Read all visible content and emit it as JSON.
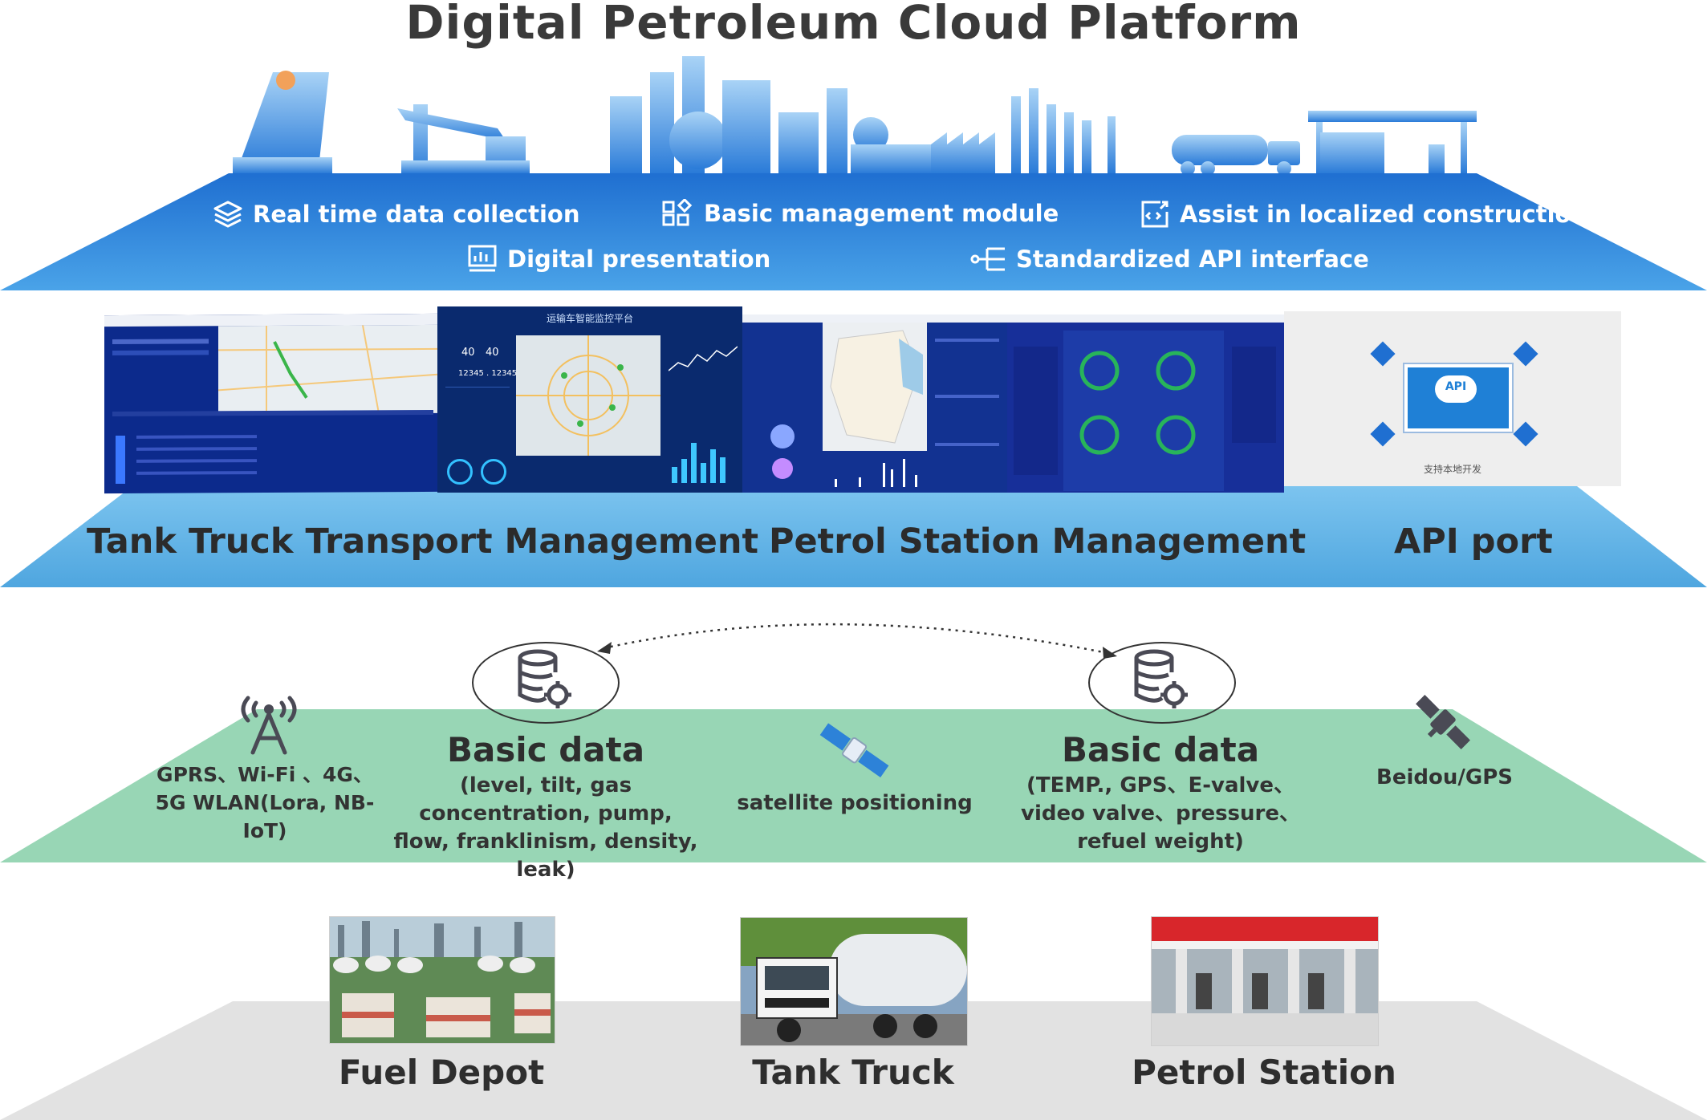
{
  "title": "Digital Petroleum Cloud Platform",
  "features": {
    "realtime": "Real time data collection",
    "basic_mgmt": "Basic management module",
    "localized": "Assist in localized construction",
    "presentation": "Digital presentation",
    "api": "Standardized API interface"
  },
  "management": {
    "tank_truck": "Tank Truck Transport Management",
    "petrol_station": "Petrol Station Management",
    "api_port": "API port"
  },
  "screens": {
    "screen2_header": "运输车智能监控平台",
    "screen2_numbers_a": "40",
    "screen2_numbers_b": "40",
    "screen2_total": "12345 . 12345",
    "api_badge": "API",
    "api_caption": "支持本地开发"
  },
  "data_layer": {
    "comm": "GPRS、Wi-Fi 、4G、5G WLAN(Lora, NB-IoT)",
    "basic_data_left_title": "Basic data",
    "basic_data_left_desc": "(level, tilt, gas concentration, pump, flow, franklinism, density, leak)",
    "satellite": "satellite positioning",
    "basic_data_right_title": "Basic data",
    "basic_data_right_desc": "(TEMP., GPS、E-valve、video valve、pressure、refuel weight)",
    "beidou": "Beidou/GPS"
  },
  "sources": {
    "fuel_depot": "Fuel Depot",
    "tank_truck": "Tank Truck",
    "petrol_station": "Petrol Station"
  },
  "colors": {
    "top_layer": "#2f86dc",
    "mid_layer": "#5fb3e6",
    "data_layer": "#98d6b5",
    "base_layer": "#e2e2e2"
  }
}
